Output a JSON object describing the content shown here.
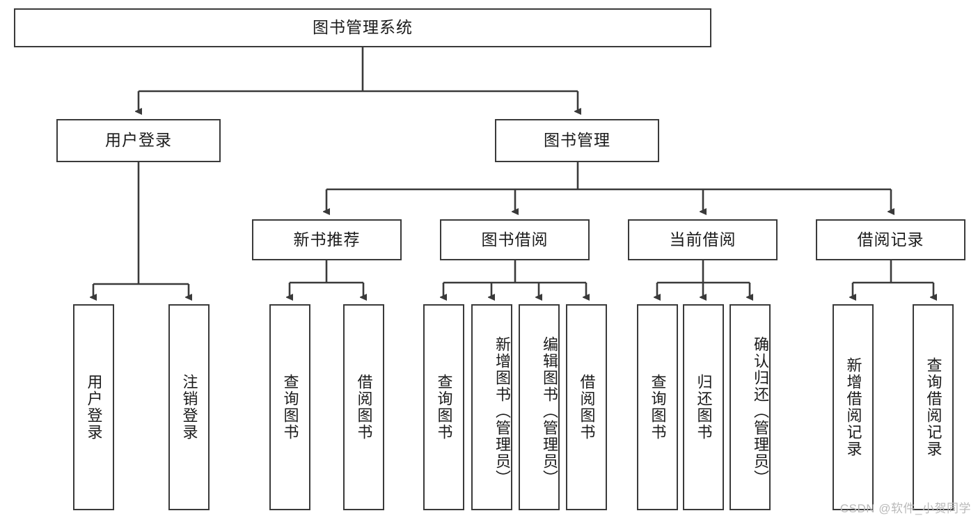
{
  "diagram": {
    "title_node": {
      "label": "图书管理系统"
    },
    "level2": [
      {
        "id": "user-login",
        "label": "用户登录"
      },
      {
        "id": "book-manage",
        "label": "图书管理"
      }
    ],
    "level3": [
      {
        "id": "new-book-rec",
        "label": "新书推荐"
      },
      {
        "id": "book-borrow",
        "label": "图书借阅"
      },
      {
        "id": "current-borrow",
        "label": "当前借阅"
      },
      {
        "id": "borrow-record",
        "label": "借阅记录"
      }
    ],
    "leaves": {
      "user_login": [
        {
          "id": "leaf-user-login",
          "label": "用户登录"
        },
        {
          "id": "leaf-logout",
          "label": "注销登录"
        }
      ],
      "new_book_rec": [
        {
          "id": "leaf-query-book-1",
          "label": "查询图书"
        },
        {
          "id": "leaf-borrow-book-1",
          "label": "借阅图书"
        }
      ],
      "book_borrow": [
        {
          "id": "leaf-query-book-2",
          "label": "查询图书"
        },
        {
          "id": "leaf-add-book",
          "label": "新增图书（管理员）"
        },
        {
          "id": "leaf-edit-book",
          "label": "编辑图书（管理员）"
        },
        {
          "id": "leaf-borrow-book-2",
          "label": "借阅图书"
        }
      ],
      "current_borrow": [
        {
          "id": "leaf-query-book-3",
          "label": "查询图书"
        },
        {
          "id": "leaf-return-book",
          "label": "归还图书"
        },
        {
          "id": "leaf-confirm-return",
          "label": "确认归还（管理员）"
        }
      ],
      "borrow_record": [
        {
          "id": "leaf-add-record",
          "label": "新增借阅记录"
        },
        {
          "id": "leaf-query-record",
          "label": "查询借阅记录"
        }
      ]
    },
    "watermark": "CSDN @软件_小贺同学",
    "colors": {
      "stroke": "#3a3a3a",
      "text": "#1b1b1b",
      "background": "#ffffff",
      "watermark": "#b9b9b9"
    }
  }
}
